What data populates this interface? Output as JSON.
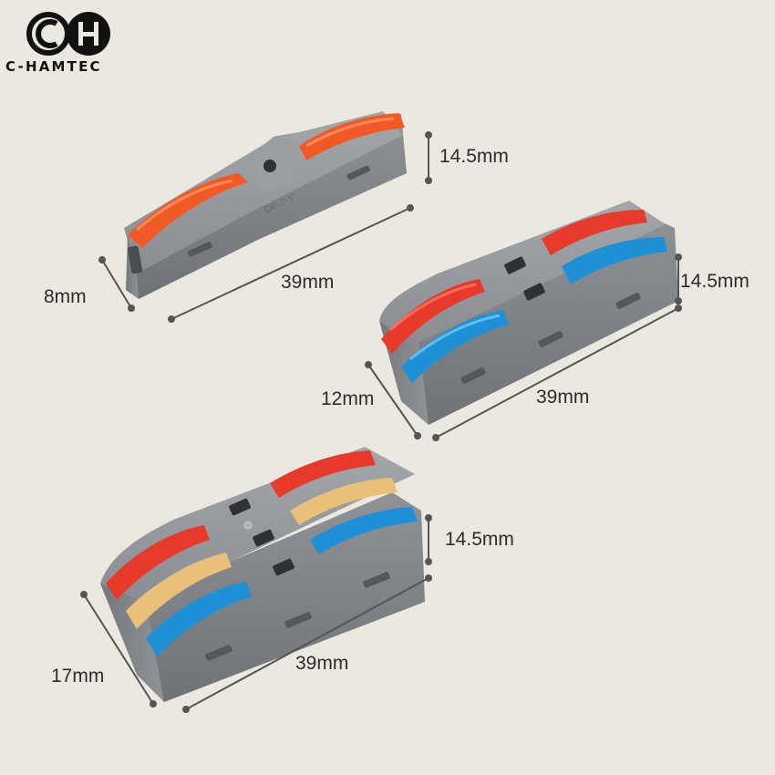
{
  "brand": {
    "name": "C-HAMTEC",
    "logo_icon": "ch-monogram-icon"
  },
  "colors": {
    "background": "#ebe8df",
    "housing": "#8c8f93",
    "lever_orange": "#f15a24",
    "lever_red": "#e63a2b",
    "lever_blue": "#1e90d6",
    "lever_beige": "#e8c07a",
    "dimension_line": "#555555"
  },
  "connectors": [
    {
      "ways": 1,
      "levers": [
        "orange"
      ],
      "housing_marking": "DF-2-Y",
      "dims": {
        "height": "14.5mm",
        "width": "8mm",
        "length": "39mm"
      }
    },
    {
      "ways": 2,
      "levers": [
        "red",
        "blue"
      ],
      "dims": {
        "height": "14.5mm",
        "width": "12mm",
        "length": "39mm"
      }
    },
    {
      "ways": 3,
      "levers": [
        "red",
        "beige",
        "blue"
      ],
      "dims": {
        "height": "14.5mm",
        "width": "17mm",
        "length": "39mm"
      }
    }
  ]
}
